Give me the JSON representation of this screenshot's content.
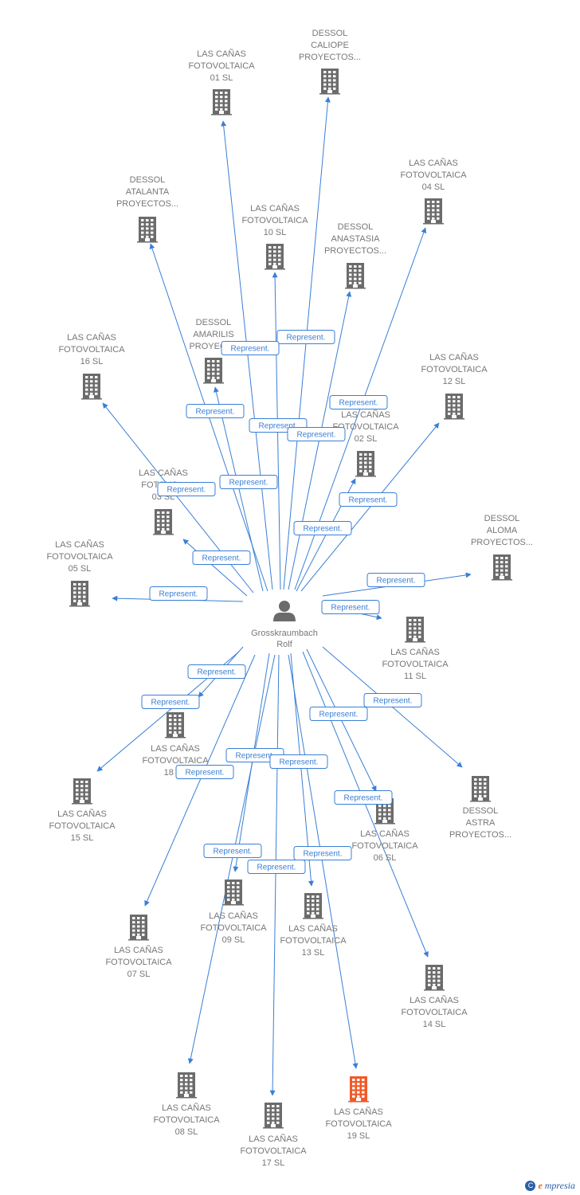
{
  "center": {
    "name_lines": [
      "Grosskraumbach",
      "Rolf"
    ]
  },
  "edge_label": "Represent.",
  "brand": {
    "symbol": "C",
    "first_letter": "e",
    "rest": "mpresia"
  },
  "colors": {
    "edge": "#3a7fd6",
    "building": "#6b6b6b",
    "highlight": "#f05a28",
    "label": "#777777"
  },
  "companies": [
    {
      "id": "lc01",
      "label": [
        "LAS CAÑAS",
        "FOTOVOLTAICA",
        "01 SL"
      ]
    },
    {
      "id": "calliope",
      "label": [
        "DESSOL",
        "CALIOPE",
        "PROYECTOS..."
      ]
    },
    {
      "id": "atalanta",
      "label": [
        "DESSOL",
        "ATALANTA",
        "PROYECTOS..."
      ]
    },
    {
      "id": "lc10",
      "label": [
        "LAS CAÑAS",
        "FOTOVOLTAICA",
        "10 SL"
      ]
    },
    {
      "id": "lc04",
      "label": [
        "LAS CAÑAS",
        "FOTOVOLTAICA",
        "04 SL"
      ]
    },
    {
      "id": "anastasia",
      "label": [
        "DESSOL",
        "ANASTASIA",
        "PROYECTOS..."
      ]
    },
    {
      "id": "amarilis",
      "label": [
        "DESSOL",
        "AMARILIS",
        "PROYECT..."
      ]
    },
    {
      "id": "lc16",
      "label": [
        "LAS CAÑAS",
        "FOTOVOLTAICA",
        "16 SL"
      ]
    },
    {
      "id": "lc12",
      "label": [
        "LAS CAÑAS",
        "FOTOVOLTAICA",
        "12 SL"
      ]
    },
    {
      "id": "lc02",
      "label": [
        "LAS CAÑAS",
        "FOTOVOLTAICA",
        "02 SL"
      ]
    },
    {
      "id": "lc03",
      "label": [
        "LAS CAÑAS",
        "FOTOVO...",
        "03 SL"
      ]
    },
    {
      "id": "aloma",
      "label": [
        "DESSOL",
        "ALOMA",
        "PROYECTOS..."
      ]
    },
    {
      "id": "lc05",
      "label": [
        "LAS CAÑAS",
        "FOTOVOLTAICA",
        "05 SL"
      ]
    },
    {
      "id": "lc11",
      "label": [
        "LAS CAÑAS",
        "FOTOVOLTAICA",
        "11 SL"
      ]
    },
    {
      "id": "lc18",
      "label": [
        "LAS CAÑAS",
        "FOTOVOLTAICA",
        "18 SL"
      ]
    },
    {
      "id": "lc15",
      "label": [
        "LAS CAÑAS",
        "FOTOVOLTAICA",
        "15 SL"
      ]
    },
    {
      "id": "astra",
      "label": [
        "DESSOL",
        "ASTRA",
        "PROYECTOS..."
      ]
    },
    {
      "id": "lc06",
      "label": [
        "LAS CAÑAS",
        "FOTOVOLTAICA",
        "06 SL"
      ]
    },
    {
      "id": "lc09",
      "label": [
        "LAS CAÑAS",
        "FOTOVOLTAICA",
        "09 SL"
      ]
    },
    {
      "id": "lc13",
      "label": [
        "LAS CAÑAS",
        "FOTOVOLTAICA",
        "13 SL"
      ]
    },
    {
      "id": "lc07",
      "label": [
        "LAS CAÑAS",
        "FOTOVOLTAICA",
        "07 SL"
      ]
    },
    {
      "id": "lc14",
      "label": [
        "LAS CAÑAS",
        "FOTOVOLTAICA",
        "14 SL"
      ]
    },
    {
      "id": "lc08",
      "label": [
        "LAS CAÑAS",
        "FOTOVOLTAICA",
        "08 SL"
      ]
    },
    {
      "id": "lc17",
      "label": [
        "LAS CAÑAS",
        "FOTOVOLTAICA",
        "17 SL"
      ]
    },
    {
      "id": "lc19",
      "label": [
        "LAS CAÑAS",
        "FOTOVOLTAICA",
        "19 SL"
      ],
      "highlight": true
    }
  ]
}
